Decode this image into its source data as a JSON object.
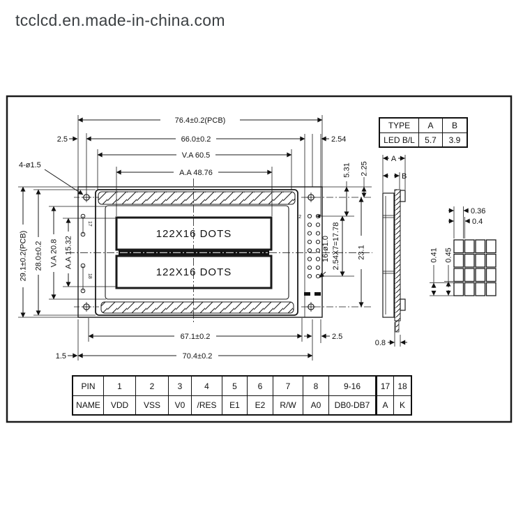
{
  "watermark": {
    "text": "tcclcd.en.made-in-china.com"
  },
  "type_table": {
    "rows": [
      [
        "TYPE",
        "A",
        "B"
      ],
      [
        "LED B/L",
        "5.7",
        "3.9"
      ]
    ]
  },
  "pin_table": {
    "rows": [
      [
        "PIN",
        "1",
        "2",
        "3",
        "4",
        "5",
        "6",
        "7",
        "8",
        "9-16",
        "17",
        "18"
      ],
      [
        "NAME",
        "VDD",
        "VSS",
        "V0",
        "/RES",
        "E1",
        "E2",
        "R/W",
        "A0",
        "DB0-DB7",
        "A",
        "K"
      ]
    ]
  },
  "front_view": {
    "display_label": "122X16 DOTS",
    "mounting_hole_callout": "4-ø1.5",
    "pin_labels": {
      "p2": "2",
      "p17": "17",
      "p18": "18"
    },
    "dims": {
      "pcb_width": "76.4±0.2(PCB)",
      "module_width": "66.0±0.2",
      "viewing_area_width": "V.A 60.5",
      "active_area_width": "A.A 48.76",
      "edge_gap_left": "2.5",
      "pin_col_pitch": "2.54",
      "pad_top_offset": "5.31",
      "hole_top_offset": "2.25",
      "pcb_height": "29.1±0.2(PCB)",
      "module_height": "28.0±0.2",
      "viewing_area_height": "V.A 20.8",
      "active_area_height": "A.A 15.32",
      "pin_hole_spec": "16-ø1.0",
      "pin_row_span": "2.54X7=17.78",
      "hole_span": "23.1",
      "edge_gap_right": "2.5",
      "module_width_bottom": "67.1±0.2",
      "pcb_width_bottom": "70.4±0.2",
      "edge_gap_bottom_left": "1.5"
    }
  },
  "side_view": {
    "dims": {
      "a": "A",
      "b": "B",
      "pcb_thickness": "0.8"
    }
  },
  "dot_detail": {
    "dims": {
      "dot_width": "0.36",
      "dot_pitch_x": "0.4",
      "dot_height": "0.41",
      "dot_pitch_y": "0.45"
    }
  }
}
